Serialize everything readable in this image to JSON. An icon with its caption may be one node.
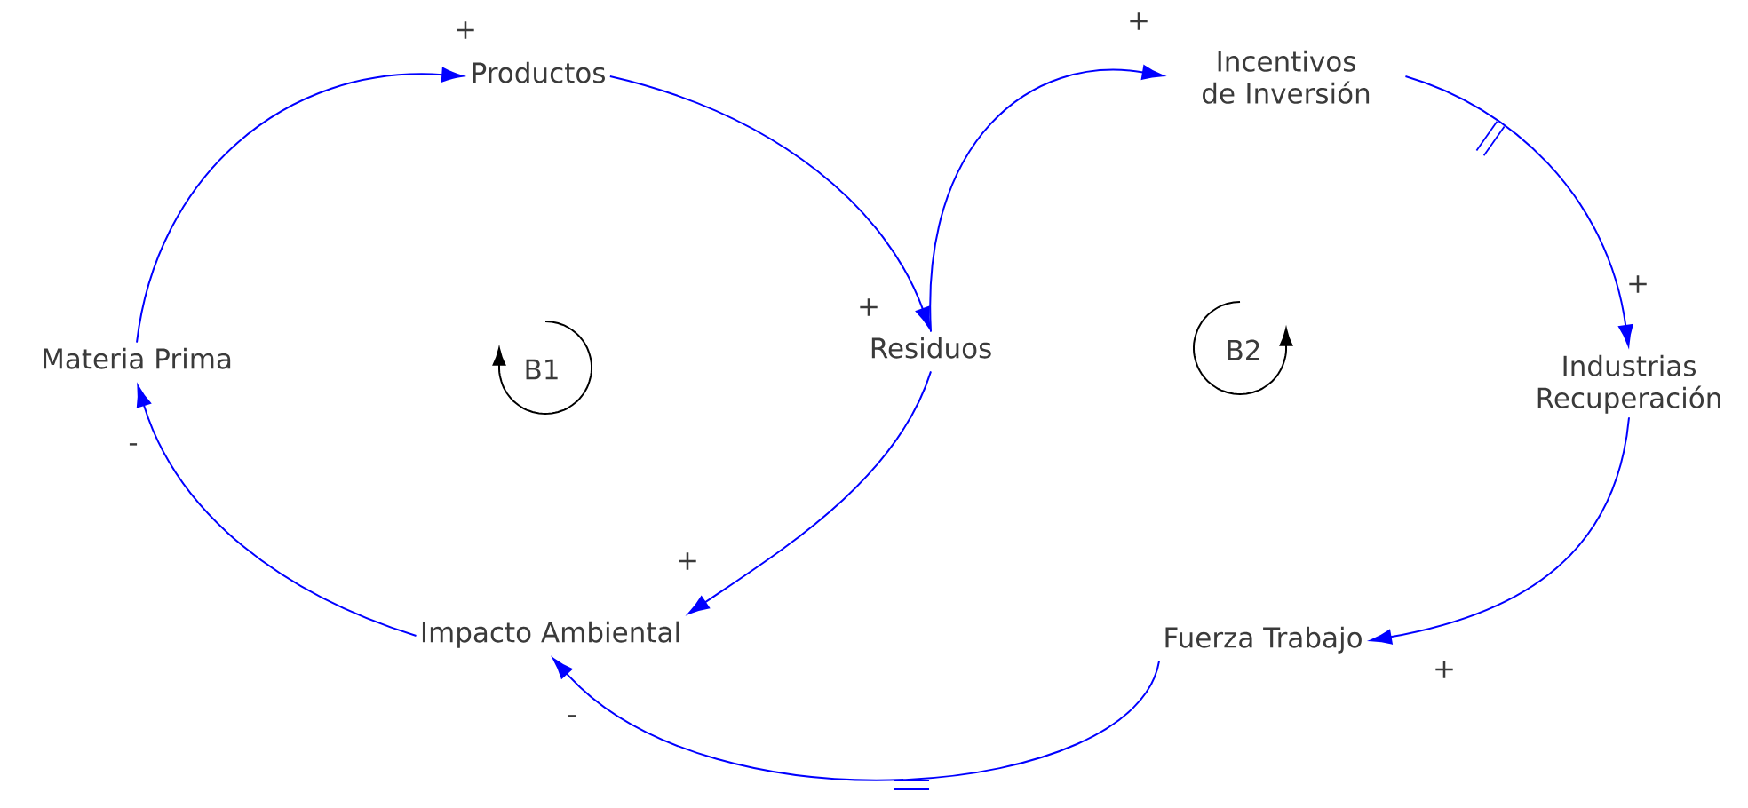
{
  "diagram": {
    "nodes": [
      {
        "text": [
          "Productos"
        ]
      },
      {
        "text": [
          "Residuos"
        ]
      },
      {
        "text": [
          "Impacto Ambiental"
        ]
      },
      {
        "text": [
          "Materia Prima"
        ]
      },
      {
        "text": [
          "Incentivos de Inversión"
        ]
      },
      {
        "text": [
          "Industrias Recuperación"
        ]
      },
      {
        "text": [
          "Fuerza Trabajo"
        ]
      }
    ],
    "edges": [
      {
        "from": 3,
        "to": 0,
        "arrow": "to",
        "label": "+"
      },
      {
        "from": 0,
        "to": 1,
        "arrow": "to",
        "label": "+"
      },
      {
        "from": 1,
        "to": 2,
        "arrow": "to",
        "label": "+"
      },
      {
        "from": 2,
        "to": 3,
        "arrow": "to",
        "label": "-"
      },
      {
        "from": 1,
        "to": 4,
        "arrow": "to",
        "label": "+"
      },
      {
        "from": 4,
        "to": 5,
        "arrow": "to",
        "label": "+"
      },
      {
        "from": 5,
        "to": 6,
        "arrow": "to",
        "label": "+"
      },
      {
        "from": 6,
        "to": 2,
        "arrow": "to",
        "label": "-"
      }
    ],
    "labels": [
      "B1",
      "B2"
    ]
  }
}
